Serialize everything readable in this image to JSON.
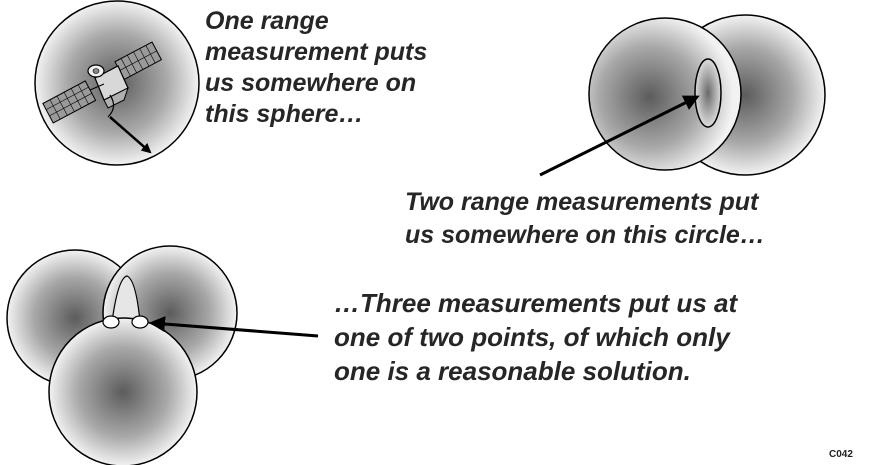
{
  "captions": {
    "one_range": "One range\nmeasurement puts\nus somewhere on\nthis sphere…",
    "two_range": "Two range measurements put\nus somewhere on this circle…",
    "three_range": "…Three measurements put us at\none of two points, of which only\none is a reasonable solution."
  },
  "figure_code": "C042",
  "colors": {
    "sphere_center": "#5c5c5c",
    "sphere_edge": "#f2f2f2",
    "outline": "#000000",
    "text": "#262626"
  },
  "icons": [
    "satellite-icon",
    "arrow-icon"
  ]
}
